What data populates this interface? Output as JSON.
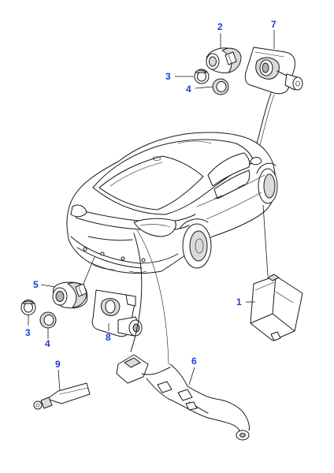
{
  "callouts": {
    "c1": "1",
    "c2": "2",
    "c3_top": "3",
    "c4_top": "4",
    "c5": "5",
    "c3_bottom": "3",
    "c4_bottom": "4",
    "c6": "6",
    "c7": "7",
    "c8": "8",
    "c9": "9"
  },
  "colors": {
    "callout": "#1f3bd6",
    "line": "#1a1a1a",
    "shade": "#dadada"
  }
}
